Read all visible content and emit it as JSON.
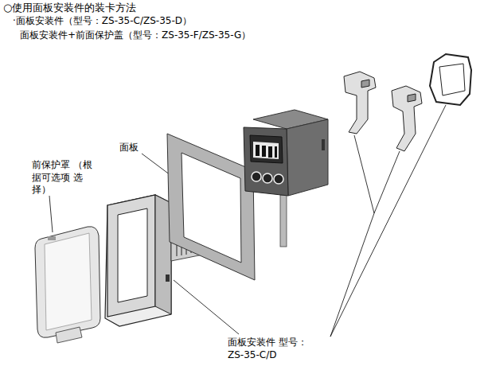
{
  "diagram": {
    "title": "○使用面板安装件的装卡方法",
    "labels": [
      "·面板安装件（型号：ZS-35-C/ZS-35-D）",
      "面板安装件+前面保护盖（型号：ZS-35-F/ZS-35-G）",
      "面板",
      "前保护罩 （根据可选项 选择）",
      "面板安装件 型号：ZS-35-C/D"
    ]
  }
}
